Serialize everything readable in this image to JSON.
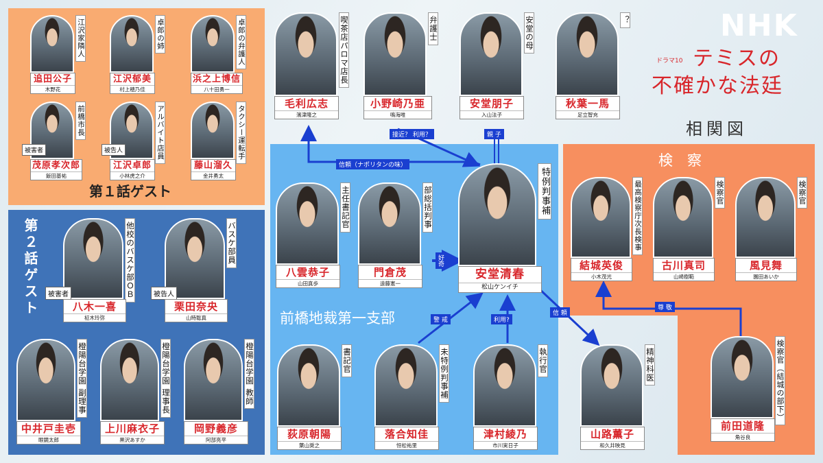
{
  "header": {
    "broadcaster": "NHK",
    "drama_slot": "ドラマ10",
    "title_line1": "テミスの",
    "title_line2": "不確かな法廷",
    "chart_title": "相関図"
  },
  "sections": {
    "guest1": "第１話ゲスト",
    "guest2": "第２話ゲスト",
    "court": "前橋地裁第一支部",
    "prosecution": "検　察"
  },
  "people": {
    "oida": {
      "role": "江沢家隣人",
      "name": "追田公子",
      "actor": "木野花"
    },
    "ezawaI": {
      "role": "卓郎の姉",
      "name": "江沢郁美",
      "actor": "村上穂乃佳"
    },
    "hamanoue": {
      "role": "卓郎の弁護人",
      "name": "浜之上博信",
      "actor": "八十田勇一"
    },
    "shigehara": {
      "role": "前橋市長",
      "name": "茂原孝次郎",
      "actor": "飯田基祐",
      "tag": "被害者"
    },
    "ezawaT": {
      "role": "アルバイト店員",
      "name": "江沢卓郎",
      "actor": "小林虎之介",
      "tag": "被告人"
    },
    "fujiyama": {
      "role": "タクシー運転手",
      "name": "藤山溜久",
      "actor": "金井勇太"
    },
    "yagi": {
      "role": "他校のバスケ部ＯＢ",
      "name": "八木一喜",
      "actor": "柾木玲弥",
      "tag": "被害者"
    },
    "kurita": {
      "role": "バスケ部員",
      "name": "栗田奈央",
      "actor": "山時聡真",
      "tag": "被告人"
    },
    "nakaido": {
      "role": "橙陽台学園 副理事",
      "name": "中井戸圭壱",
      "actor": "眼鏡太郎"
    },
    "kamikawa": {
      "role": "橙陽台学園 理事長",
      "name": "上川麻衣子",
      "actor": "黒沢あすか"
    },
    "okano": {
      "role": "橙陽台学園 教師",
      "name": "岡野義彦",
      "actor": "阿部亮平"
    },
    "mori": {
      "role": "喫茶店パロマ店長",
      "name": "毛利広志",
      "actor": "濱津隆之"
    },
    "onozaki": {
      "role": "弁護士",
      "name": "小野崎乃亜",
      "actor": "鳴海唯"
    },
    "andoT": {
      "role": "安堂の母",
      "name": "安堂朋子",
      "actor": "入山法子"
    },
    "akiba": {
      "role": "？",
      "name": "秋葉一馬",
      "actor": "足立智充"
    },
    "yakumo": {
      "role": "主任書記官",
      "name": "八雲恭子",
      "actor": "山田真歩"
    },
    "kadokura": {
      "role": "部総括判事",
      "name": "門倉茂",
      "actor": "遠藤憲一"
    },
    "andoK": {
      "role": "特例判事補",
      "name": "安堂清春",
      "actor": "松山ケンイチ"
    },
    "ogiwara": {
      "role": "書記官",
      "name": "荻原朝陽",
      "actor": "葉山奨之"
    },
    "ochiai": {
      "role": "未特例判事補",
      "name": "落合知佳",
      "actor": "恒松祐里"
    },
    "tsumura": {
      "role": "執行官",
      "name": "津村綾乃",
      "actor": "市川実日子"
    },
    "yamaji": {
      "role": "精神科医",
      "name": "山路薫子",
      "actor": "和久井映見"
    },
    "yuki": {
      "role": "最高検察庁次長検事",
      "name": "結城英俊",
      "actor": "小木茂光"
    },
    "furukawa": {
      "role": "検察官",
      "name": "古川真司",
      "actor": "山崎樹範"
    },
    "kazami": {
      "role": "検察官",
      "name": "風見舞",
      "actor": "園田あいか"
    },
    "maeda": {
      "role": "検察官（結城の部下）",
      "name": "前田道隆",
      "actor": "角谷良"
    }
  },
  "relations": {
    "trust_napolitan": "信頼（ナポリタンの味）",
    "approach": "接近？ 利用？",
    "parent_child": "親 子",
    "interest": "好奇",
    "caution": "警 戒",
    "use": "利用?",
    "trust": "信 頼",
    "respect": "尊 敬"
  },
  "colors": {
    "accent_red": "#d8262b",
    "arrow_blue": "#1a3fd0",
    "guest1_bg": "#f9ab71",
    "guest2_bg": "#3f73b8",
    "court_bg": "#67b5f1",
    "prosecution_bg": "#f78f5f"
  }
}
